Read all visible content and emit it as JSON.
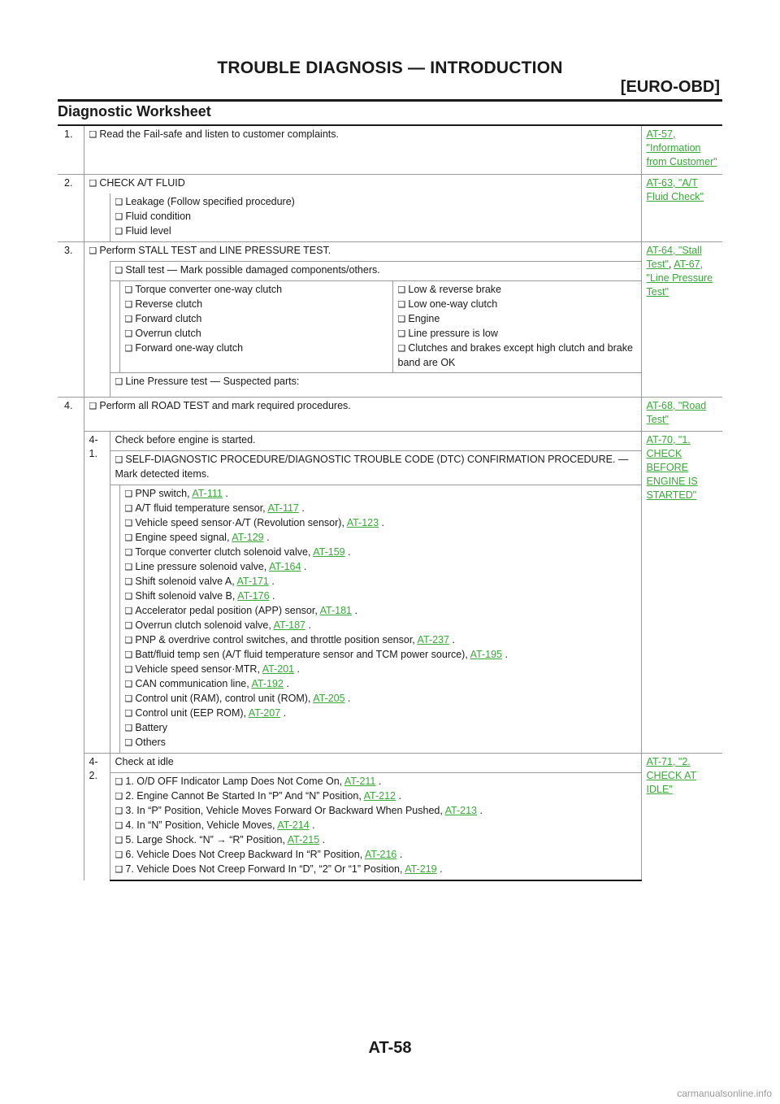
{
  "header": {
    "title": "TROUBLE DIAGNOSIS — INTRODUCTION",
    "section": "[EURO-OBD]"
  },
  "section_title": "Diagnostic Worksheet",
  "checkbox_glyph": "❑",
  "worksheet": {
    "row1": {
      "num": "1.",
      "text": "Read the Fail-safe and listen to customer complaints.",
      "ref": "AT-57, \"Information from Customer\""
    },
    "row2": {
      "num": "2.",
      "text": "CHECK A/T FLUID",
      "ref": "AT-63, \"A/T Fluid Check\"",
      "items": [
        "Leakage (Follow specified procedure)",
        "Fluid condition",
        "Fluid level"
      ]
    },
    "row3": {
      "num": "3.",
      "text": "Perform STALL TEST and LINE PRESSURE TEST.",
      "ref_a": "AT-64, \"Stall Test\"",
      "ref_sep": ",",
      "ref_b": "AT-67, \"Line Pressure Test\"",
      "stall": "Stall test — Mark possible damaged components/others.",
      "left_items": [
        "Torque converter one-way clutch",
        "Reverse clutch",
        "Forward clutch",
        "Overrun clutch",
        "Forward one-way clutch"
      ],
      "right_items": [
        "Low & reverse brake",
        "Low one-way clutch",
        "Engine",
        "Line pressure is low",
        "Clutches and brakes except high clutch and brake band are OK"
      ],
      "line_pressure": "Line Pressure test — Suspected parts:"
    },
    "row4": {
      "num": "4.",
      "text": "Perform all ROAD TEST and mark required procedures.",
      "ref": "AT-68, \"Road Test\""
    },
    "row41": {
      "num": "4-1.",
      "text": "Check before engine is started.",
      "ref": "AT-70, \"1. CHECK BEFORE ENGINE IS STARTED\"",
      "self_diag": "SELF-DIAGNOSTIC PROCEDURE/DIAGNOSTIC TROUBLE CODE (DTC) CONFIRMATION PROCEDURE. — Mark detected items.",
      "items": [
        {
          "text": "PNP switch, ",
          "link": "AT-111",
          "tail": " ."
        },
        {
          "text": "A/T fluid temperature sensor, ",
          "link": "AT-117",
          "tail": " ."
        },
        {
          "text": "Vehicle speed sensor·A/T (Revolution sensor), ",
          "link": "AT-123",
          "tail": " ."
        },
        {
          "text": "Engine speed signal, ",
          "link": "AT-129",
          "tail": " ."
        },
        {
          "text": "Torque converter clutch solenoid valve, ",
          "link": "AT-159",
          "tail": " ."
        },
        {
          "text": "Line pressure solenoid valve, ",
          "link": "AT-164",
          "tail": " ."
        },
        {
          "text": "Shift solenoid valve A, ",
          "link": "AT-171",
          "tail": " ."
        },
        {
          "text": "Shift solenoid valve B, ",
          "link": "AT-176",
          "tail": " ."
        },
        {
          "text": "Accelerator pedal position (APP) sensor, ",
          "link": "AT-181",
          "tail": " ."
        },
        {
          "text": "Overrun clutch solenoid valve, ",
          "link": "AT-187",
          "tail": " ."
        },
        {
          "text": "PNP & overdrive control switches, and throttle position sensor, ",
          "link": "AT-237",
          "tail": " ."
        },
        {
          "text": "Batt/fluid temp sen (A/T fluid temperature sensor and TCM power source), ",
          "link": "AT-195",
          "tail": " ."
        },
        {
          "text": "Vehicle speed sensor·MTR, ",
          "link": "AT-201",
          "tail": " ."
        },
        {
          "text": "CAN communication line, ",
          "link": "AT-192",
          "tail": " ."
        },
        {
          "text": "Control unit (RAM), control unit (ROM), ",
          "link": "AT-205",
          "tail": " ."
        },
        {
          "text": "Control unit (EEP ROM), ",
          "link": "AT-207",
          "tail": " ."
        },
        {
          "text": "Battery",
          "link": "",
          "tail": ""
        },
        {
          "text": "Others",
          "link": "",
          "tail": ""
        }
      ]
    },
    "row42": {
      "num": "4-2.",
      "text": "Check at idle",
      "ref": "AT-71, \"2. CHECK AT IDLE\"",
      "items": [
        {
          "text": "1. O/D OFF Indicator Lamp Does Not Come On, ",
          "link": "AT-211",
          "tail": " ."
        },
        {
          "text": "2. Engine Cannot Be Started In “P” And “N” Position, ",
          "link": "AT-212",
          "tail": " ."
        },
        {
          "text": "3. In “P” Position, Vehicle Moves Forward Or Backward When Pushed, ",
          "link": "AT-213",
          "tail": " ."
        },
        {
          "text": "4. In “N” Position, Vehicle Moves, ",
          "link": "AT-214",
          "tail": " ."
        },
        {
          "text": "5. Large Shock. “N” → “R” Position, ",
          "link": "AT-215",
          "tail": " ."
        },
        {
          "text": "6. Vehicle Does Not Creep Backward In “R” Position, ",
          "link": "AT-216",
          "tail": " ."
        },
        {
          "text": "7. Vehicle Does Not Creep Forward In “D”, “2” Or “1” Position, ",
          "link": "AT-219",
          "tail": " ."
        }
      ]
    }
  },
  "footer": {
    "page_number": "AT-58"
  },
  "watermark": "carmanualsonline.info",
  "colors": {
    "link": "#3aa93a",
    "text": "#1a1a1a",
    "rule": "#9a9a9a"
  }
}
